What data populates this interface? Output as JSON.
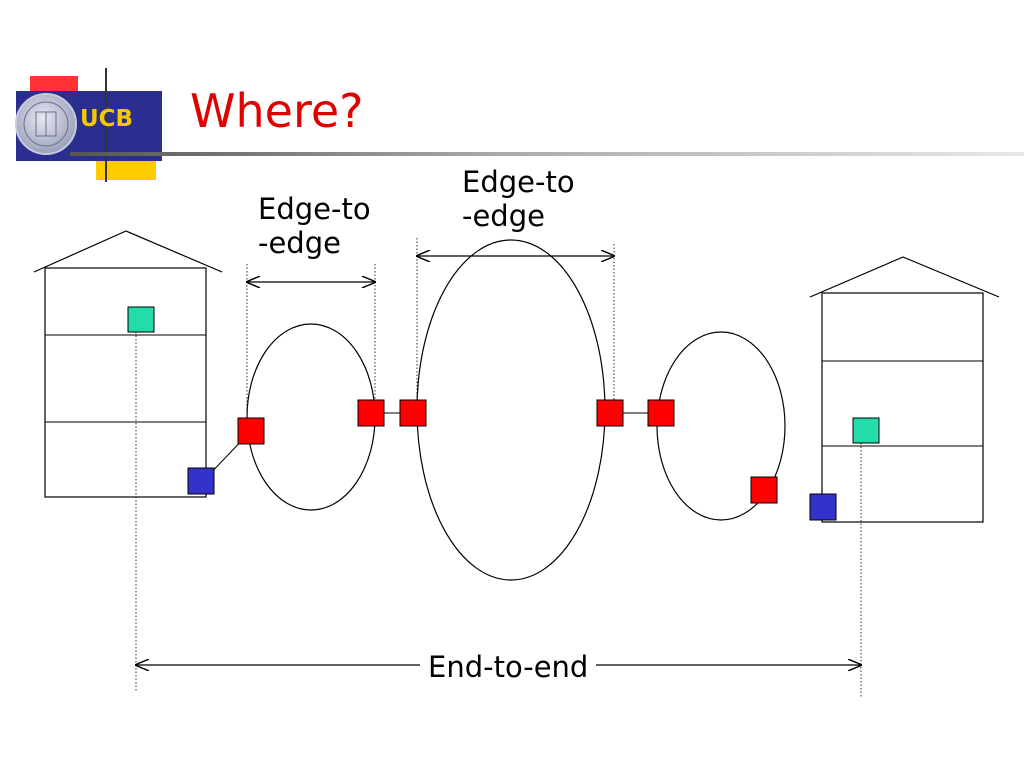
{
  "slide": {
    "title": "Where?",
    "title_color": "#e00000",
    "logo": {
      "text": "UCB",
      "text_color": "#f5c800",
      "bar_color": "#2a2f8f"
    },
    "labels": {
      "edge_to_edge_left": [
        "Edge-to",
        "-edge"
      ],
      "edge_to_edge_mid": [
        "Edge-to",
        "-edge"
      ],
      "end_to_end": "End-to-end"
    },
    "colors": {
      "router": "#ff0000",
      "host_interface": "#3333cc",
      "end_host": "#22ddaa",
      "accent_red": "#ff3333",
      "accent_yellow": "#ffcc00"
    }
  }
}
